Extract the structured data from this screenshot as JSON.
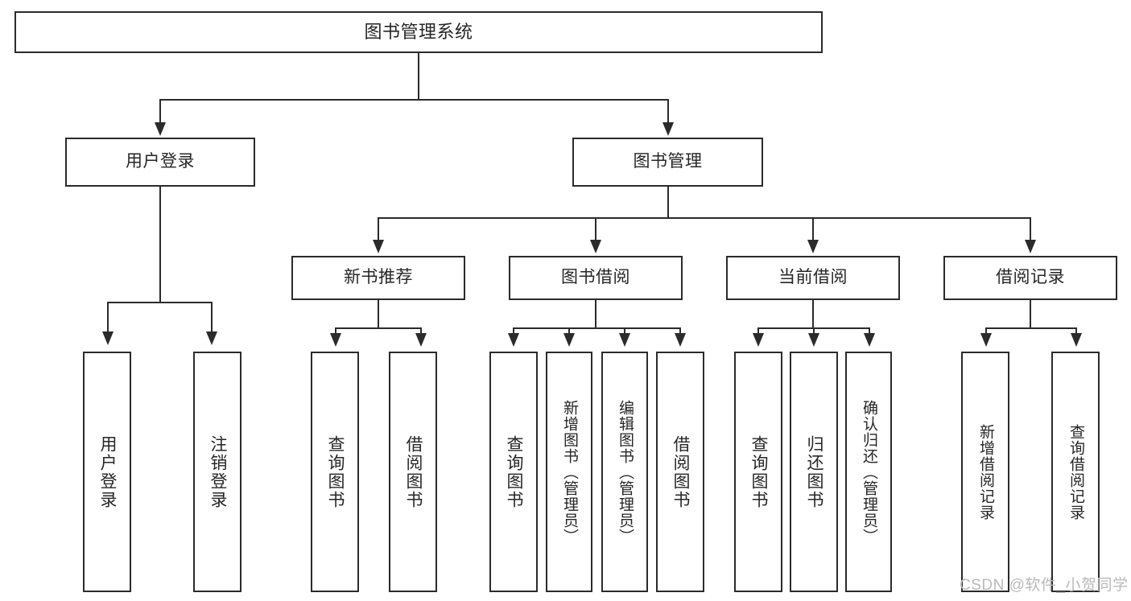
{
  "diagram": {
    "type": "tree-hierarchy-chart",
    "title": "图书管理系统",
    "style": {
      "box_border_color": "#2b2b2b",
      "box_fill_color": "#ffffff",
      "line_color": "#2b2b2b",
      "text_color": "#262626",
      "background": "#ffffff",
      "watermark_color": "#b9b9b9"
    },
    "levels": {
      "level0": [
        {
          "id": "root",
          "label": "图书管理系统"
        }
      ],
      "level1": [
        {
          "id": "user-login",
          "label": "用户登录"
        },
        {
          "id": "book-management",
          "label": "图书管理"
        }
      ],
      "level2": [
        {
          "id": "new-book-recommend",
          "label": "新书推荐"
        },
        {
          "id": "book-borrow",
          "label": "图书借阅"
        },
        {
          "id": "current-borrow",
          "label": "当前借阅"
        },
        {
          "id": "borrow-record",
          "label": "借阅记录"
        }
      ],
      "level3": [
        {
          "id": "leaf-user-login",
          "label": "用户登录",
          "parent": "user-login"
        },
        {
          "id": "leaf-logout-login",
          "label": "注销登录",
          "parent": "user-login"
        },
        {
          "id": "leaf-query-book-1",
          "label": "查询图书",
          "parent": "new-book-recommend"
        },
        {
          "id": "leaf-borrow-book-1",
          "label": "借阅图书",
          "parent": "new-book-recommend"
        },
        {
          "id": "leaf-query-book-2",
          "label": "查询图书",
          "parent": "book-borrow"
        },
        {
          "id": "leaf-add-book",
          "label": "新增图书（管理员）",
          "parent": "book-borrow"
        },
        {
          "id": "leaf-edit-book",
          "label": "编辑图书（管理员）",
          "parent": "book-borrow"
        },
        {
          "id": "leaf-borrow-book-2",
          "label": "借阅图书",
          "parent": "book-borrow"
        },
        {
          "id": "leaf-query-book-3",
          "label": "查询图书",
          "parent": "current-borrow"
        },
        {
          "id": "leaf-return-book",
          "label": "归还图书",
          "parent": "current-borrow"
        },
        {
          "id": "leaf-confirm-return",
          "label": "确认归还（管理员）",
          "parent": "current-borrow"
        },
        {
          "id": "leaf-add-record",
          "label": "新增借阅记录",
          "parent": "borrow-record"
        },
        {
          "id": "leaf-query-record",
          "label": "查询借阅记录",
          "parent": "borrow-record"
        }
      ]
    },
    "watermark": "CSDN @软件_小贺同学"
  }
}
